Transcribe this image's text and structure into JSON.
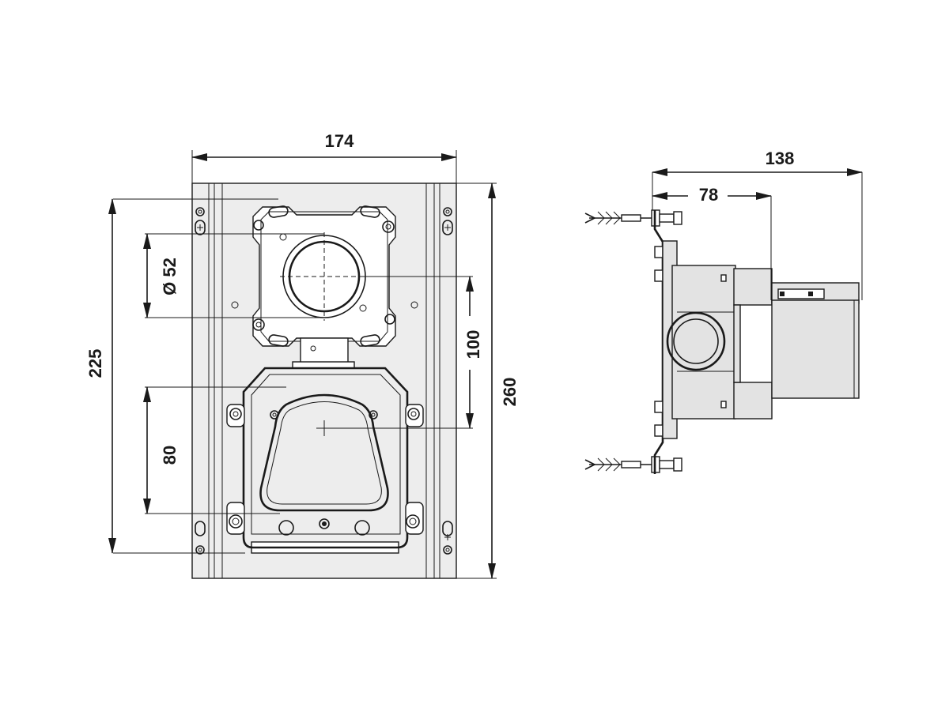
{
  "dimensions": {
    "plate_width": "174",
    "plate_height": "260",
    "outer_height": "225",
    "pipe_diameter": "Ø 52",
    "center_distance": "100",
    "lower_opening": "80",
    "total_depth": "138",
    "partial_depth": "78"
  }
}
